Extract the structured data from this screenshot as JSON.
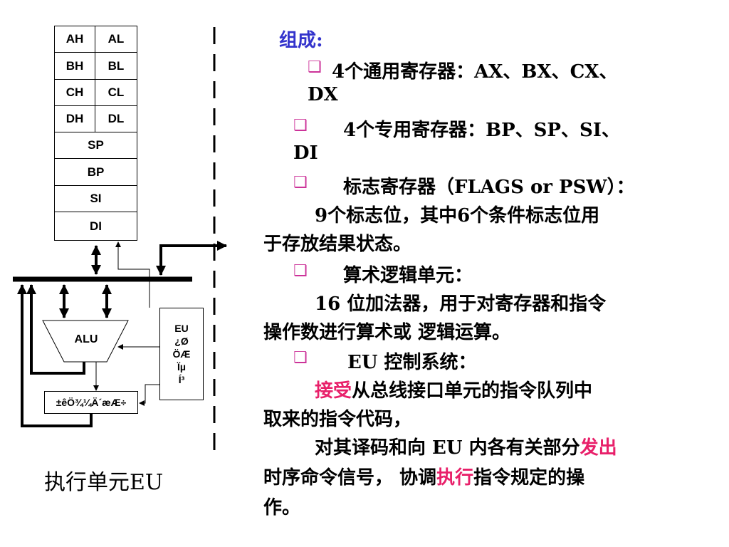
{
  "registers": {
    "rows": [
      [
        "AH",
        "AL"
      ],
      [
        "BH",
        "BL"
      ],
      [
        "CH",
        "CL"
      ],
      [
        "DH",
        "DL"
      ]
    ],
    "full": [
      "SP",
      "BP",
      "SI",
      "DI"
    ]
  },
  "alu_label": "ALU",
  "eu_control_lines": [
    "EU",
    "¿Ø",
    "ÖÆ",
    "Ïµ",
    "Í³"
  ],
  "flags_label": "±êÖ¾¼Ä´æÆ÷",
  "caption": "执行单元EU",
  "text": {
    "title": "组成:",
    "bullet_glyph": "❑",
    "b1_line1": "4个通用寄存器：AX、BX、CX、",
    "b1_line2": "DX",
    "b2_line1": "4个专用寄存器：BP、SP、SI、",
    "b2_line2": "DI",
    "b3_line1": "标志寄存器（FLAGS or PSW）：",
    "b3_line2": "9个标志位，其中6个条件标志位用",
    "b3_line3": "于存放结果状态。",
    "b4_line1": "算术逻辑单元：",
    "b4_line2": "16 位加法器，用于对寄存器和指令",
    "b4_line3": "操作数进行算术或 逻辑运算。",
    "b5_line1": "EU 控制系统：",
    "b5_l2_hl": "接受",
    "b5_l2_rest": "从总线接口单元的指令队列中",
    "b5_line3": "取来的指令代码，",
    "b5_l4_pre": "对其译码和向 EU 内各有关部分",
    "b5_l4_hl": "发出",
    "b5_l5_pre": "时序命令信号， 协调",
    "b5_l5_hl": "执行",
    "b5_l5_post": "指令规定的操",
    "b5_line6": "作。"
  }
}
